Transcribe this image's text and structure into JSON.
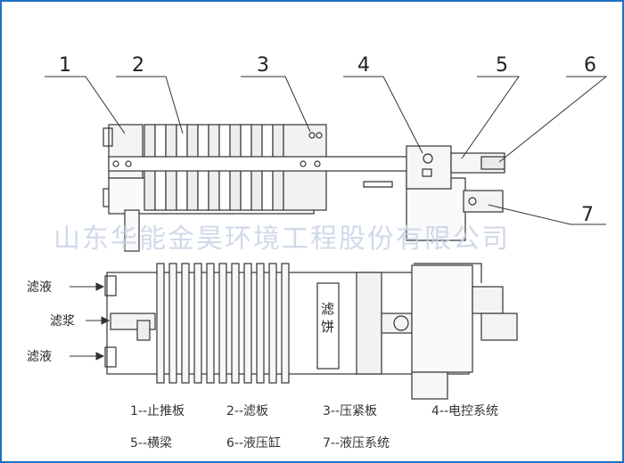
{
  "callouts": [
    "1",
    "2",
    "3",
    "4",
    "5",
    "6",
    "7"
  ],
  "side_labels": {
    "filtrate_top": "滤液",
    "slurry": "滤浆",
    "filtrate_bottom": "滤液"
  },
  "cake_label": "滤饼",
  "watermark": "山东华能金昊环境工程股份有限公司",
  "legend": [
    "1--止推板",
    "2--滤板",
    "3--压紧板",
    "4--电控系统",
    "5--横梁",
    "6--液压缸",
    "7--液压系统"
  ],
  "colors": {
    "frame": "#1f6fc5",
    "line": "#333333",
    "watermark": "#c9d3e6"
  }
}
